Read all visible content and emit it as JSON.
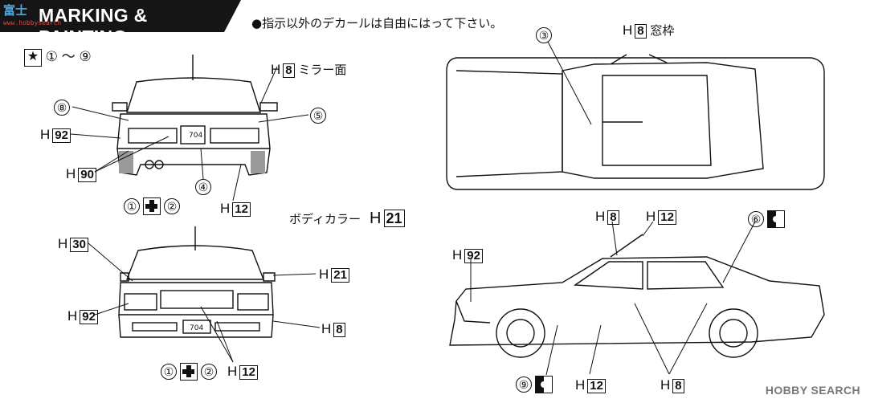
{
  "header": {
    "title": "MARKING & PAINTING",
    "logo_text": "富士",
    "logo_sub": "www.hobbysearch"
  },
  "note": "●指示以外のデカールは自由にはって下さい。",
  "star_range": {
    "start": "①",
    "dash": "〜",
    "end": "⑨"
  },
  "body_color": {
    "label": "ボディカラー",
    "prefix": "H",
    "code": "21"
  },
  "front_view": {
    "mirror": {
      "prefix": "H",
      "code": "8",
      "suffix": "ミラー面"
    },
    "n8": "⑧",
    "n5": "⑤",
    "n4": "④",
    "h92": {
      "prefix": "H",
      "code": "92"
    },
    "h90": {
      "prefix": "H",
      "code": "90"
    },
    "h12": {
      "prefix": "H",
      "code": "12"
    },
    "decal": {
      "a": "①",
      "b": "②"
    },
    "plate": "704"
  },
  "rear_view": {
    "h30": {
      "prefix": "H",
      "code": "30"
    },
    "h21": {
      "prefix": "H",
      "code": "21"
    },
    "h92": {
      "prefix": "H",
      "code": "92"
    },
    "h8": {
      "prefix": "H",
      "code": "8"
    },
    "h12": {
      "prefix": "H",
      "code": "12"
    },
    "decal": {
      "a": "①",
      "b": "②"
    },
    "plate": "704"
  },
  "top_view": {
    "n3": "③",
    "frame": {
      "prefix": "H",
      "code": "8",
      "suffix": "窓枠"
    }
  },
  "side_view": {
    "h8_top": {
      "prefix": "H",
      "code": "8"
    },
    "h12_top": {
      "prefix": "H",
      "code": "12"
    },
    "n6": "⑥",
    "h92": {
      "prefix": "H",
      "code": "92"
    },
    "n9": "⑨",
    "h12_bot": {
      "prefix": "H",
      "code": "12"
    },
    "h8_bot": {
      "prefix": "H",
      "code": "8"
    }
  },
  "watermark": "HOBBY SEARCH"
}
